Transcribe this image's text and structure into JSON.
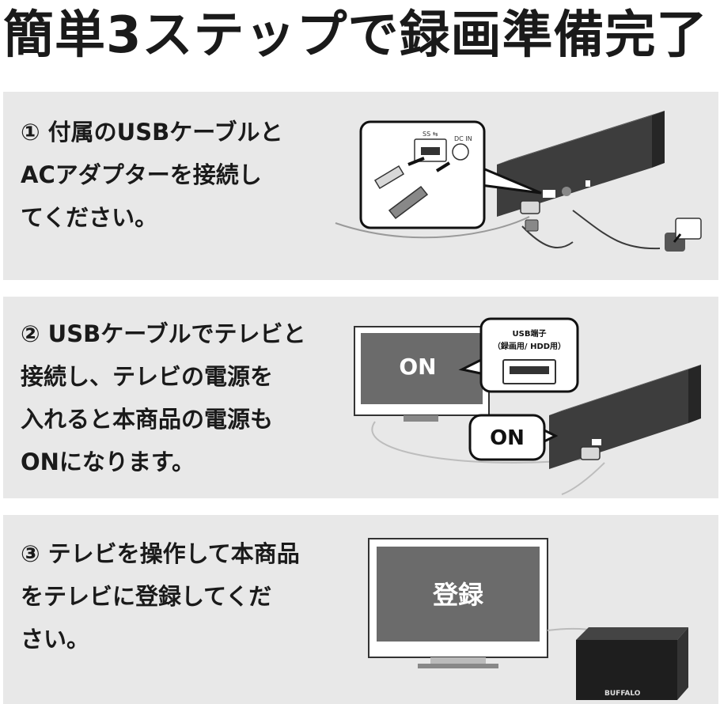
{
  "page": {
    "title": "簡単3ステップで録画準備完了"
  },
  "steps": [
    {
      "lines": [
        "① 付属のUSBケーブルと",
        "ACアダプターを接続し",
        "てください。"
      ],
      "callout_labels": [
        "SS ⇆",
        "DC IN"
      ]
    },
    {
      "lines": [
        "② USBケーブルでテレビと",
        "接続し、テレビの電源を",
        "入れると本商品の電源も",
        "ONになります。"
      ],
      "tv_label": "ON",
      "hdd_label": "ON",
      "usb_port_label_1": "USB端子",
      "usb_port_label_2": "（録画用/ HDD用）"
    },
    {
      "lines": [
        "③ テレビを操作して本商品",
        "をテレビに登録してくだ",
        "さい。"
      ],
      "tv_label": "登録",
      "brand": "BUFFALO"
    }
  ],
  "colors": {
    "panel": "#e8e8e8",
    "device": "#3d3d3d",
    "device_side": "#262626",
    "screen": "#6b6b6b",
    "text": "#1a1a1a"
  }
}
